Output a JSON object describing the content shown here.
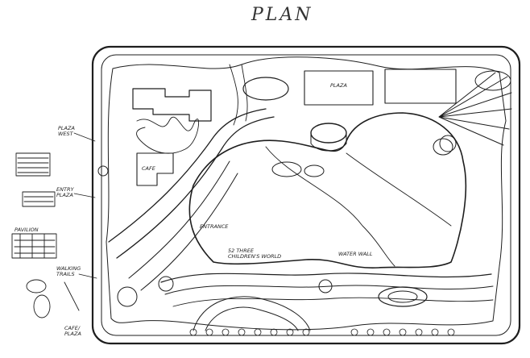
{
  "title": "PLAN",
  "labels": {
    "left_upper": "PLAZA\nWEST",
    "left_lower_a": "PAVILION",
    "left_mid": "ENTRY\nPLAZA",
    "left_bottom": "WALKING\nTRAILS",
    "bottom_left": "CAFE/\nPLAZA",
    "inner_entry": "ENTRANCE",
    "inner_children": "52 THREE\nCHILDREN'S WORLD",
    "inner_wall": "WATER WALL",
    "inner_cafe": "CAFE",
    "top_center": "PLAZA"
  },
  "colors": {
    "ink": "#1e1e1e",
    "paper": "#ffffff"
  }
}
